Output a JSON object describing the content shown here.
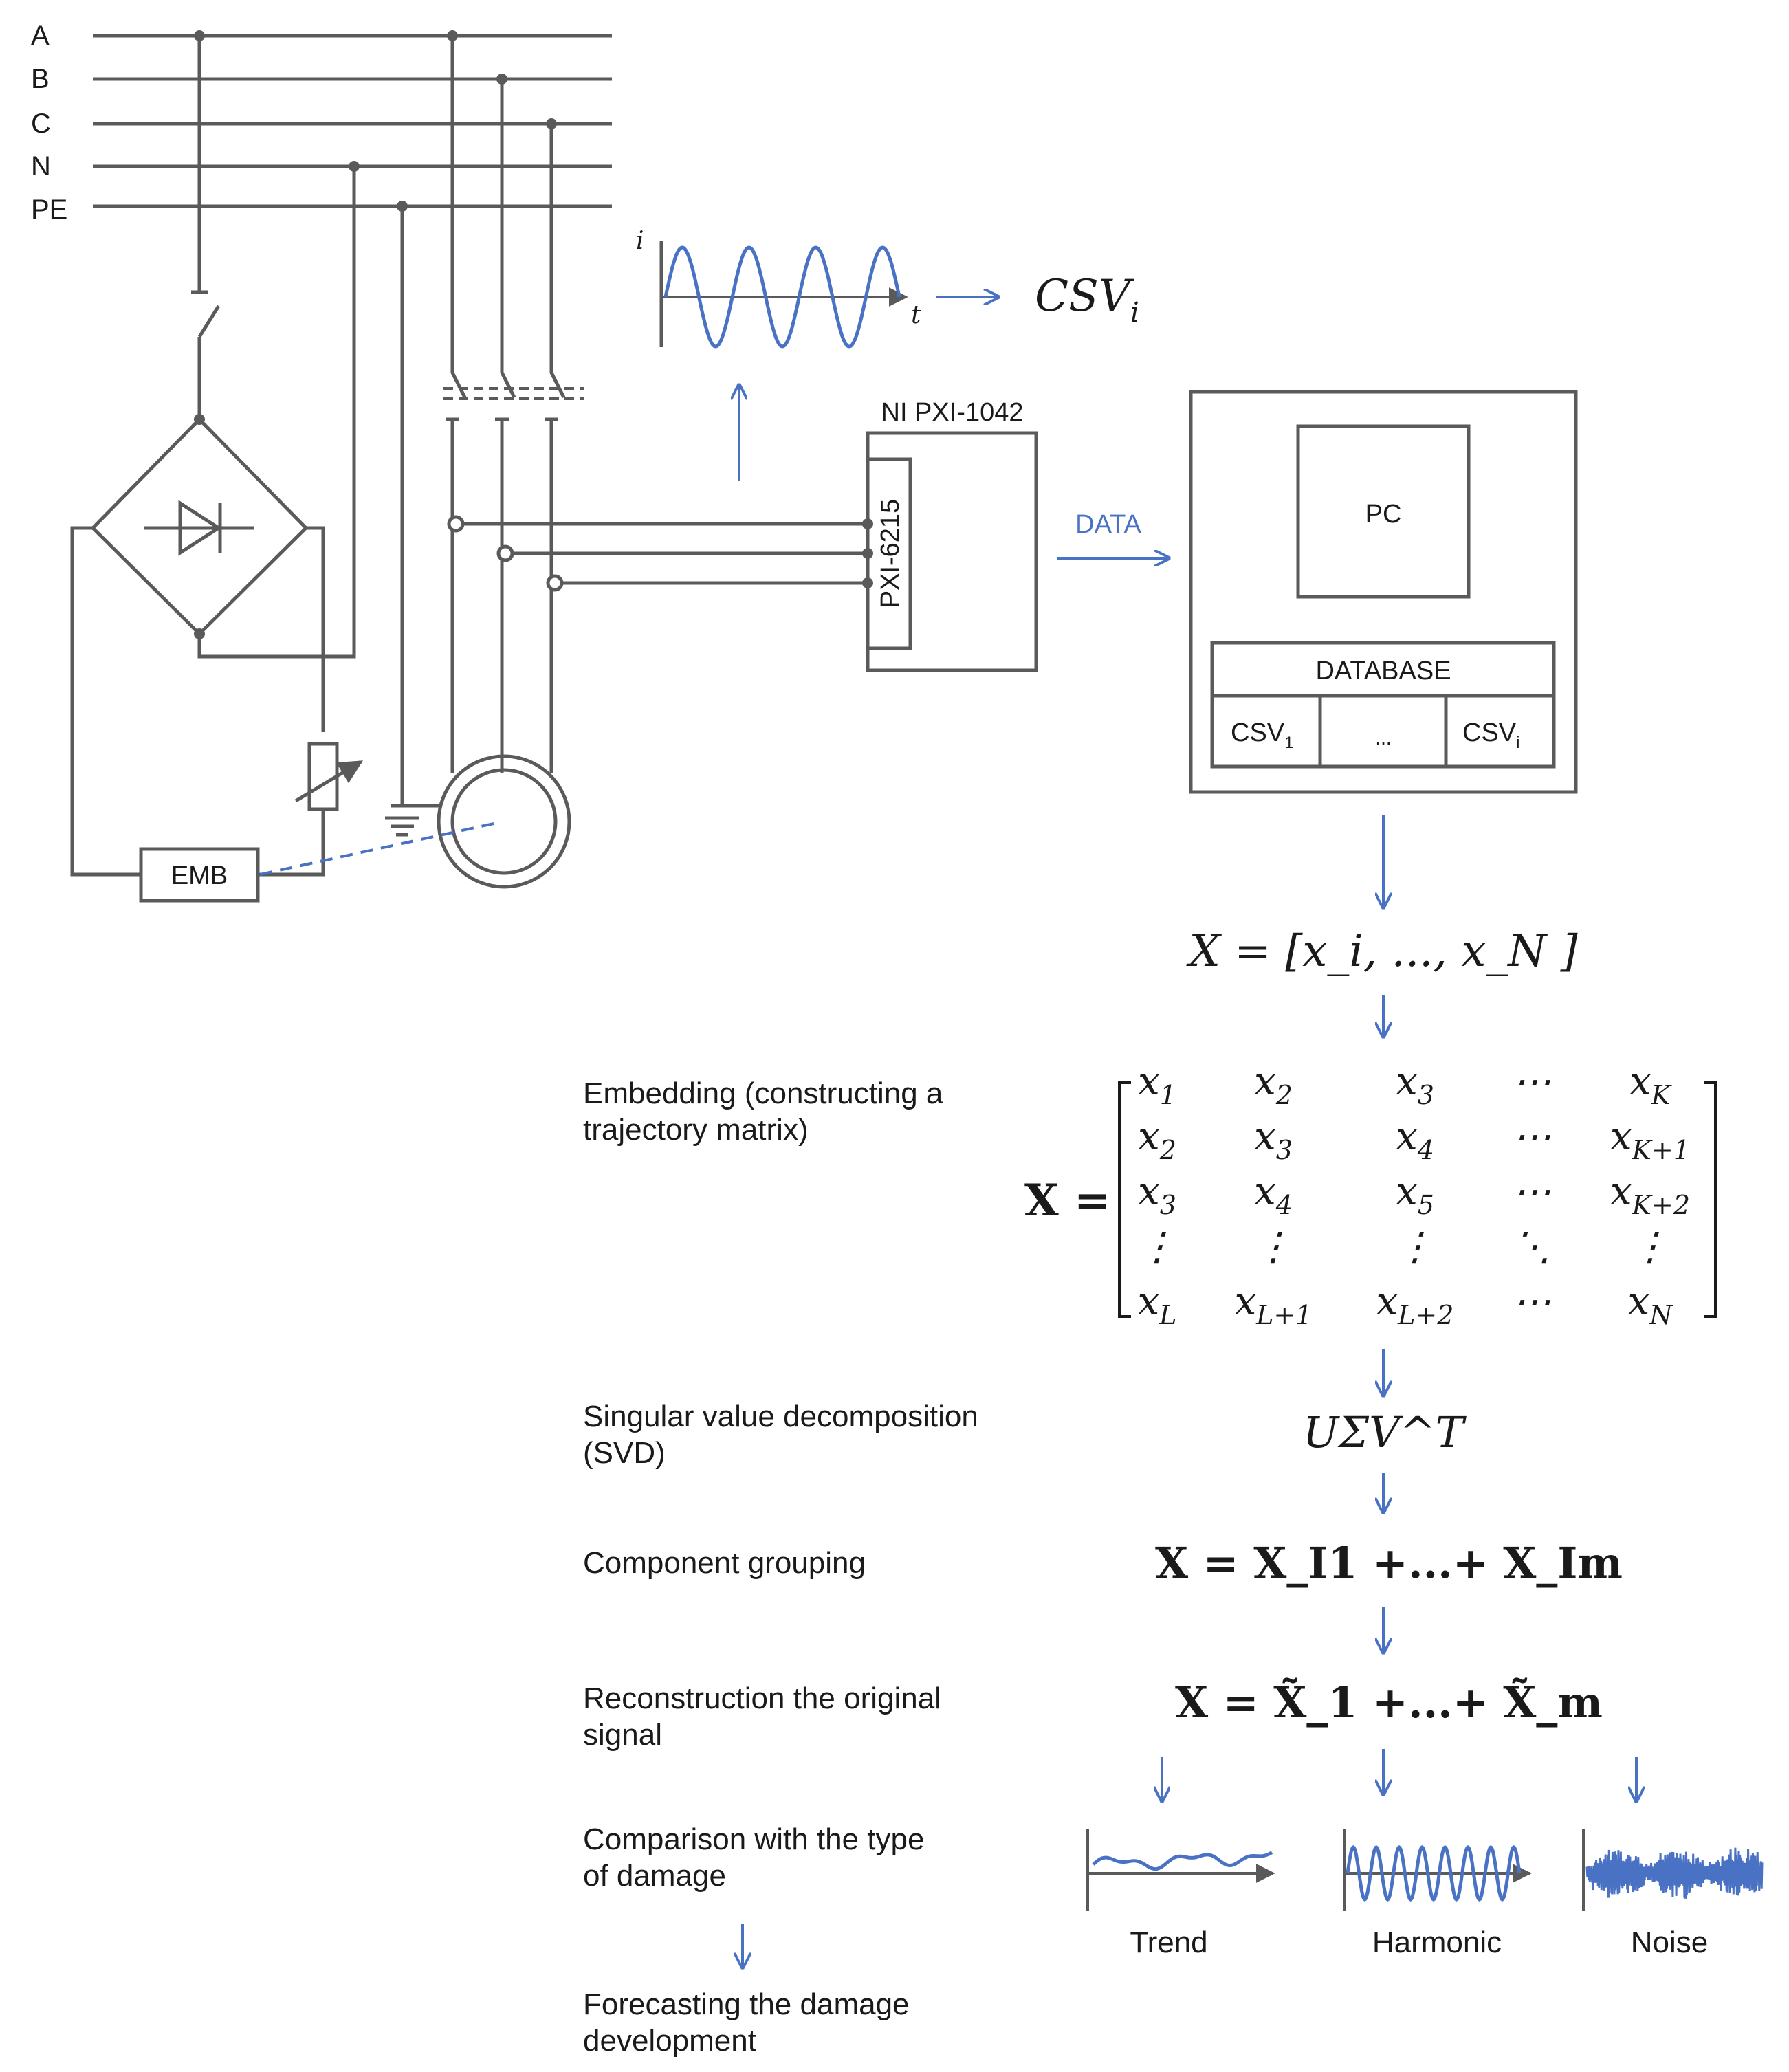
{
  "bus_lines": [
    "A",
    "B",
    "C",
    "N",
    "PE"
  ],
  "emb_label": "EMB",
  "daq": {
    "chassis_label": "NI PXI-1042",
    "card_label": "PXI-6215"
  },
  "data_label": "DATA",
  "pc": {
    "pc_label": "PC",
    "database_label": "DATABASE",
    "csv_first": "CSV",
    "csv_first_sub": "1",
    "csv_ellipsis": "...",
    "csv_last": "CSV",
    "csv_last_sub": "i"
  },
  "waveform": {
    "y_axis": "i",
    "x_axis": "t",
    "output_main": "CSV",
    "output_sub": "i"
  },
  "equations": {
    "x_vector": "X = [x_i, ..., x_N ]",
    "trajectory_matrix": "X = [[x_1, x_2, x_3, ⋯, x_K], [x_2, x_3, x_4, ⋯, x_K+1], [x_3, x_4, x_5, ⋯, x_K+2], [⋮, ⋮, ⋮, ⋱, ⋮], [x_L, x_L+1, x_L+2, ⋯, x_N]]",
    "svd": "UΣV^T",
    "grouping": "X = X_I1 +...+ X_Im",
    "reconstruction": "X = X̃_1 +...+ X̃_m"
  },
  "steps": {
    "embedding": [
      "Embedding (constructing a",
      "trajectory matrix)"
    ],
    "svd": [
      "Singular value decomposition",
      "(SVD)"
    ],
    "grouping": [
      "Component grouping"
    ],
    "reconstruction": [
      "Reconstruction the original",
      "signal"
    ],
    "comparison": [
      "Comparison with the type",
      "of damage"
    ],
    "forecasting": [
      "Forecasting the damage",
      "development"
    ]
  },
  "components": [
    "Trend",
    "Harmonic",
    "Noise"
  ],
  "colors": {
    "line": "#5a5a5a",
    "accent": "#4a72c4",
    "text": "#1a1a1a"
  }
}
